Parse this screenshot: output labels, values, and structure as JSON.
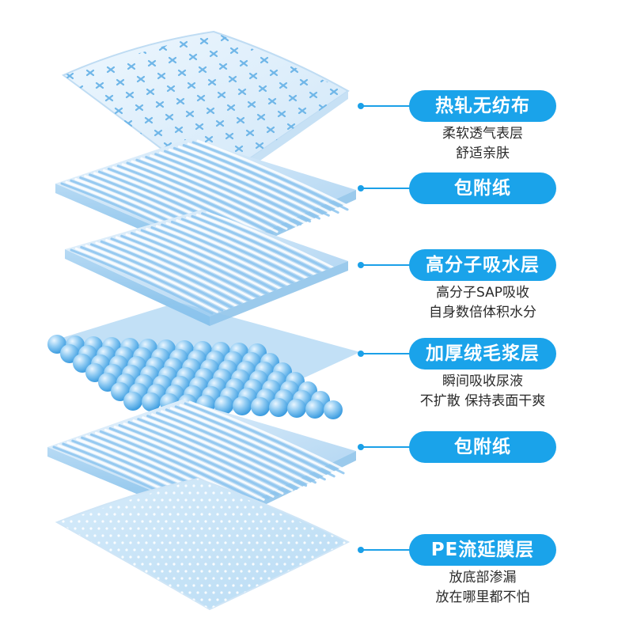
{
  "colors": {
    "accent": "#1aa3ea",
    "layer_light": "#d8ecfa",
    "layer_mid": "#a9d3f2",
    "layer_dark": "#6fb6e8",
    "bead": "#5fb3ec"
  },
  "layers": [
    {
      "title": "热轧无纺布",
      "desc": [
        "柔软透气表层",
        "舒适亲肤"
      ]
    },
    {
      "title": "包附纸",
      "desc": []
    },
    {
      "title": "高分子吸水层",
      "desc": [
        "高分子SAP吸收",
        "自身数倍体积水分"
      ]
    },
    {
      "title": "加厚绒毛浆层",
      "desc": [
        "瞬间吸收尿液",
        "不扩散 保持表面干爽"
      ]
    },
    {
      "title": "包附纸",
      "desc": []
    },
    {
      "title": "PE流延膜层",
      "desc": [
        "放底部渗漏",
        "放在哪里都不怕"
      ]
    }
  ]
}
